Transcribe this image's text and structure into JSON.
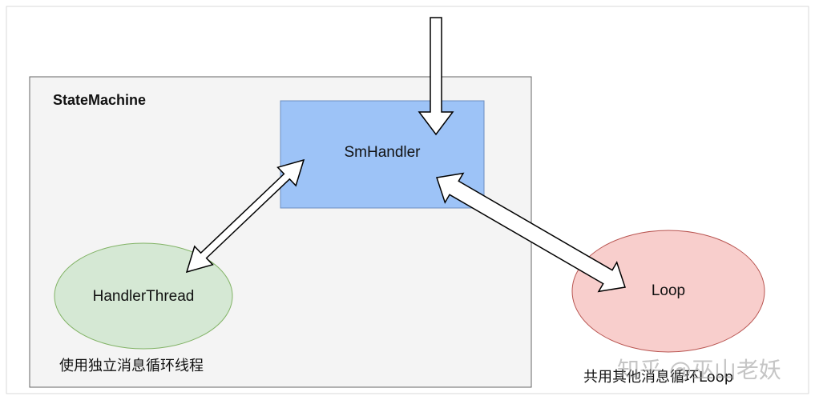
{
  "diagram": {
    "container_label": "StateMachine",
    "nodes": {
      "smhandler": {
        "label": "SmHandler",
        "fill": "#9dc3f7",
        "stroke": "#6c8ebf"
      },
      "handler_thread": {
        "label": "HandlerThread",
        "fill": "#d5e8d4",
        "stroke": "#82b366"
      },
      "loop": {
        "label": "Loop",
        "fill": "#f8cecc",
        "stroke": "#b85450"
      }
    },
    "notes": {
      "left": "使用独立消息循环线程",
      "right": "共用其他消息循环Loop"
    },
    "watermark": "知乎 @巫山老妖"
  },
  "colors": {
    "container_fill": "#f4f4f4",
    "container_stroke": "#666666",
    "frame_stroke": "#d9d9d9"
  }
}
